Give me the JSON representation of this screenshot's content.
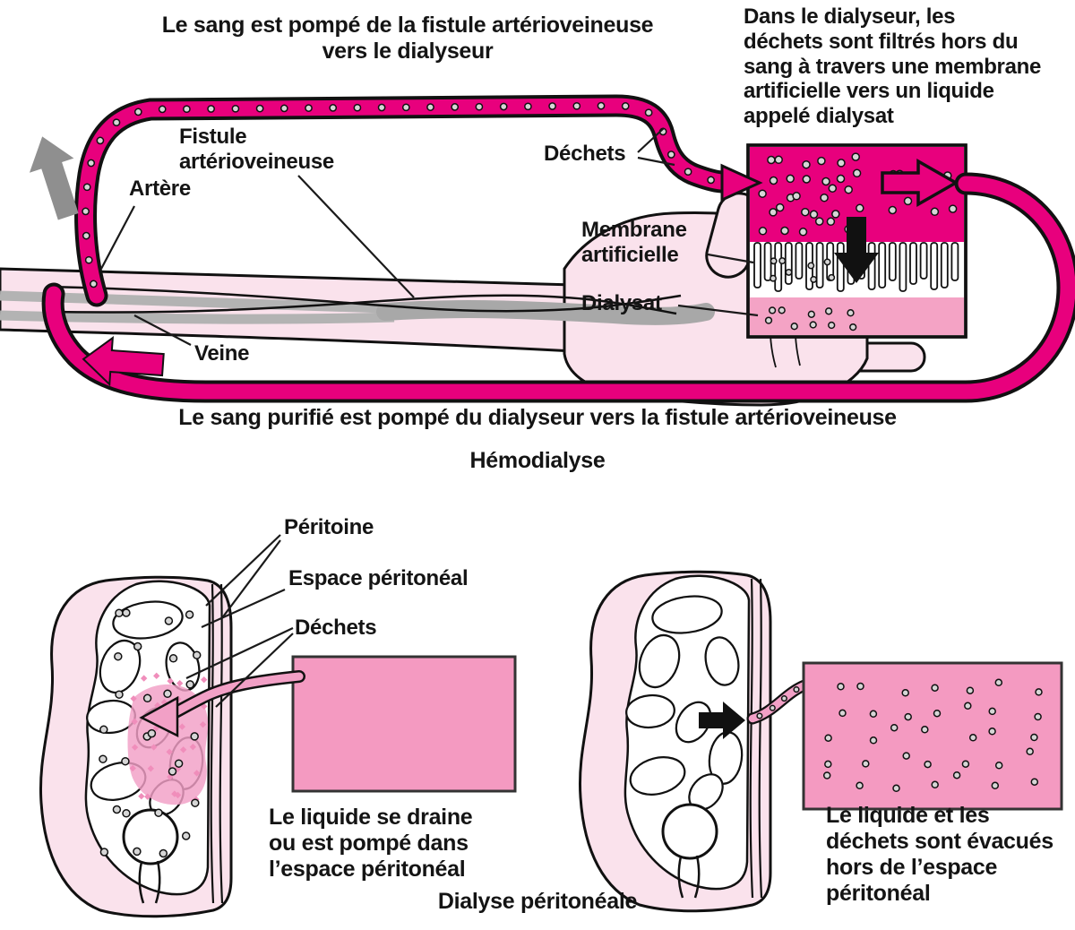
{
  "colors": {
    "blood_magenta": "#E8007D",
    "dialysate_pink": "#F4A3C5",
    "fluid_pink": "#F49AC1",
    "skin_pink": "#FAE2EC",
    "vessel_gray": "#B3B3B3",
    "text_black": "#141414"
  },
  "hemodialysis": {
    "caption_top": [
      "Le sang est pompé de la fistule artérioveineuse",
      "vers le dialyseur"
    ],
    "note": [
      "Dans le dialyseur, les",
      "déchets sont filtrés hors du",
      "sang à travers une membrane",
      "artificielle vers un liquide",
      "appelé dialysat"
    ],
    "labels": {
      "fistula": [
        "Fistule",
        "artérioveineuse"
      ],
      "artery": "Artère",
      "vein": "Veine",
      "waste": "Déchets",
      "membrane": [
        "Membrane",
        "artificielle"
      ],
      "dialysate": "Dialysat"
    },
    "caption_bottom": "Le sang purifié est pompé du dialyseur vers la fistule artérioveineuse",
    "title": "Hémodialyse"
  },
  "peritoneal": {
    "labels": {
      "peritoneum": "Péritoine",
      "space": "Espace péritonéal",
      "waste": "Déchets"
    },
    "caption_left": [
      "Le liquide se draine",
      "ou est pompé dans",
      "l’espace péritonéal"
    ],
    "caption_right": [
      "Le liquide et les",
      "déchets sont évacués",
      "hors de l’espace",
      "péritonéal"
    ],
    "title": "Dialyse péritonéale"
  }
}
